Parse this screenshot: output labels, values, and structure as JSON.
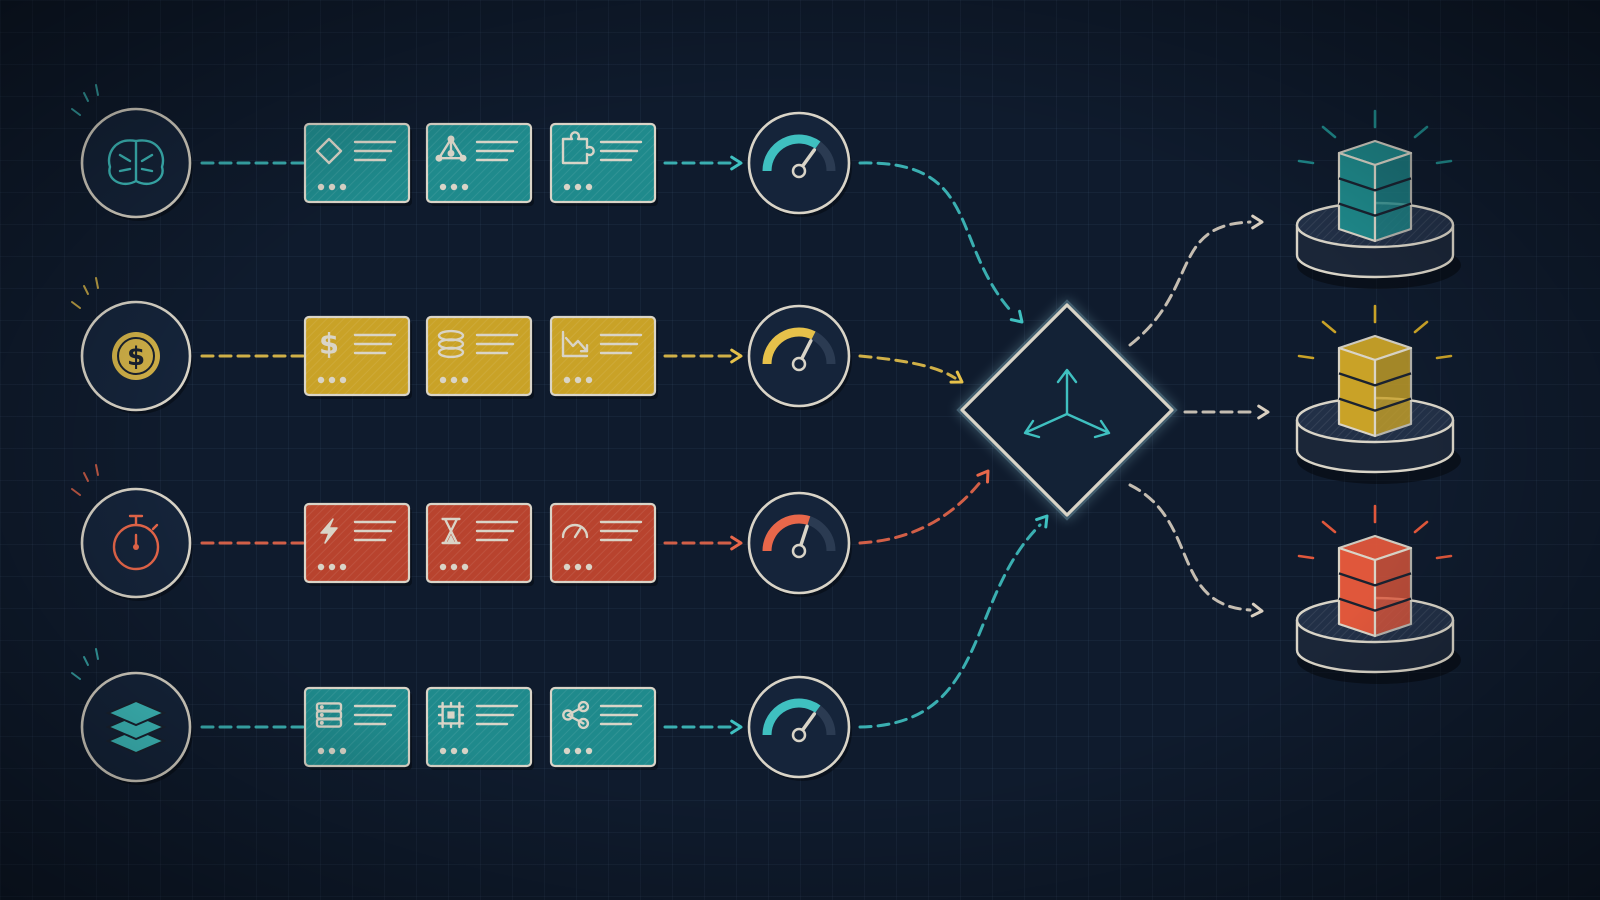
{
  "colors": {
    "background": "#0f1b2d",
    "chalk": "#d9d4c7",
    "teal": "#1f8a8c",
    "teal_light": "#3fc0c0",
    "gold": "#c9a227",
    "gold_light": "#e6c14a",
    "red": "#b8432e",
    "red_light": "#e8674a",
    "outcome_arrow": "#d9cfc0"
  },
  "rows": [
    {
      "id": "intelligence",
      "source_icon": "brain-icon",
      "color": "#1f8a8c",
      "accent": "#3fc0c0",
      "cards": [
        {
          "icon": "diamond-icon"
        },
        {
          "icon": "network-nodes-icon"
        },
        {
          "icon": "puzzle-piece-icon"
        }
      ],
      "gauge_level": 0.7
    },
    {
      "id": "cost",
      "source_icon": "dollar-coin-icon",
      "color": "#c9a227",
      "accent": "#e6c14a",
      "cards": [
        {
          "icon": "dollar-sign-icon"
        },
        {
          "icon": "coin-stack-icon"
        },
        {
          "icon": "trending-down-chart-icon"
        }
      ],
      "gauge_level": 0.65
    },
    {
      "id": "speed",
      "source_icon": "stopwatch-icon",
      "color": "#b8432e",
      "accent": "#e8674a",
      "cards": [
        {
          "icon": "lightning-bolt-icon"
        },
        {
          "icon": "hourglass-icon"
        },
        {
          "icon": "speedometer-icon"
        }
      ],
      "gauge_level": 0.6
    },
    {
      "id": "infrastructure",
      "source_icon": "layers-stack-icon",
      "color": "#1f8a8c",
      "accent": "#3fc0c0",
      "cards": [
        {
          "icon": "server-rack-icon"
        },
        {
          "icon": "cpu-chip-icon"
        },
        {
          "icon": "share-nodes-icon"
        }
      ],
      "gauge_level": 0.7
    }
  ],
  "router": {
    "icon": "three-way-split-arrows-icon",
    "accent": "#3fc0c0"
  },
  "outcomes": [
    {
      "id": "outcome-teal",
      "icon": "cube-block-icon",
      "color": "#1f8a8c"
    },
    {
      "id": "outcome-gold",
      "icon": "cube-block-icon",
      "color": "#c9a227"
    },
    {
      "id": "outcome-red",
      "icon": "cube-block-icon",
      "color": "#e0573b"
    }
  ]
}
